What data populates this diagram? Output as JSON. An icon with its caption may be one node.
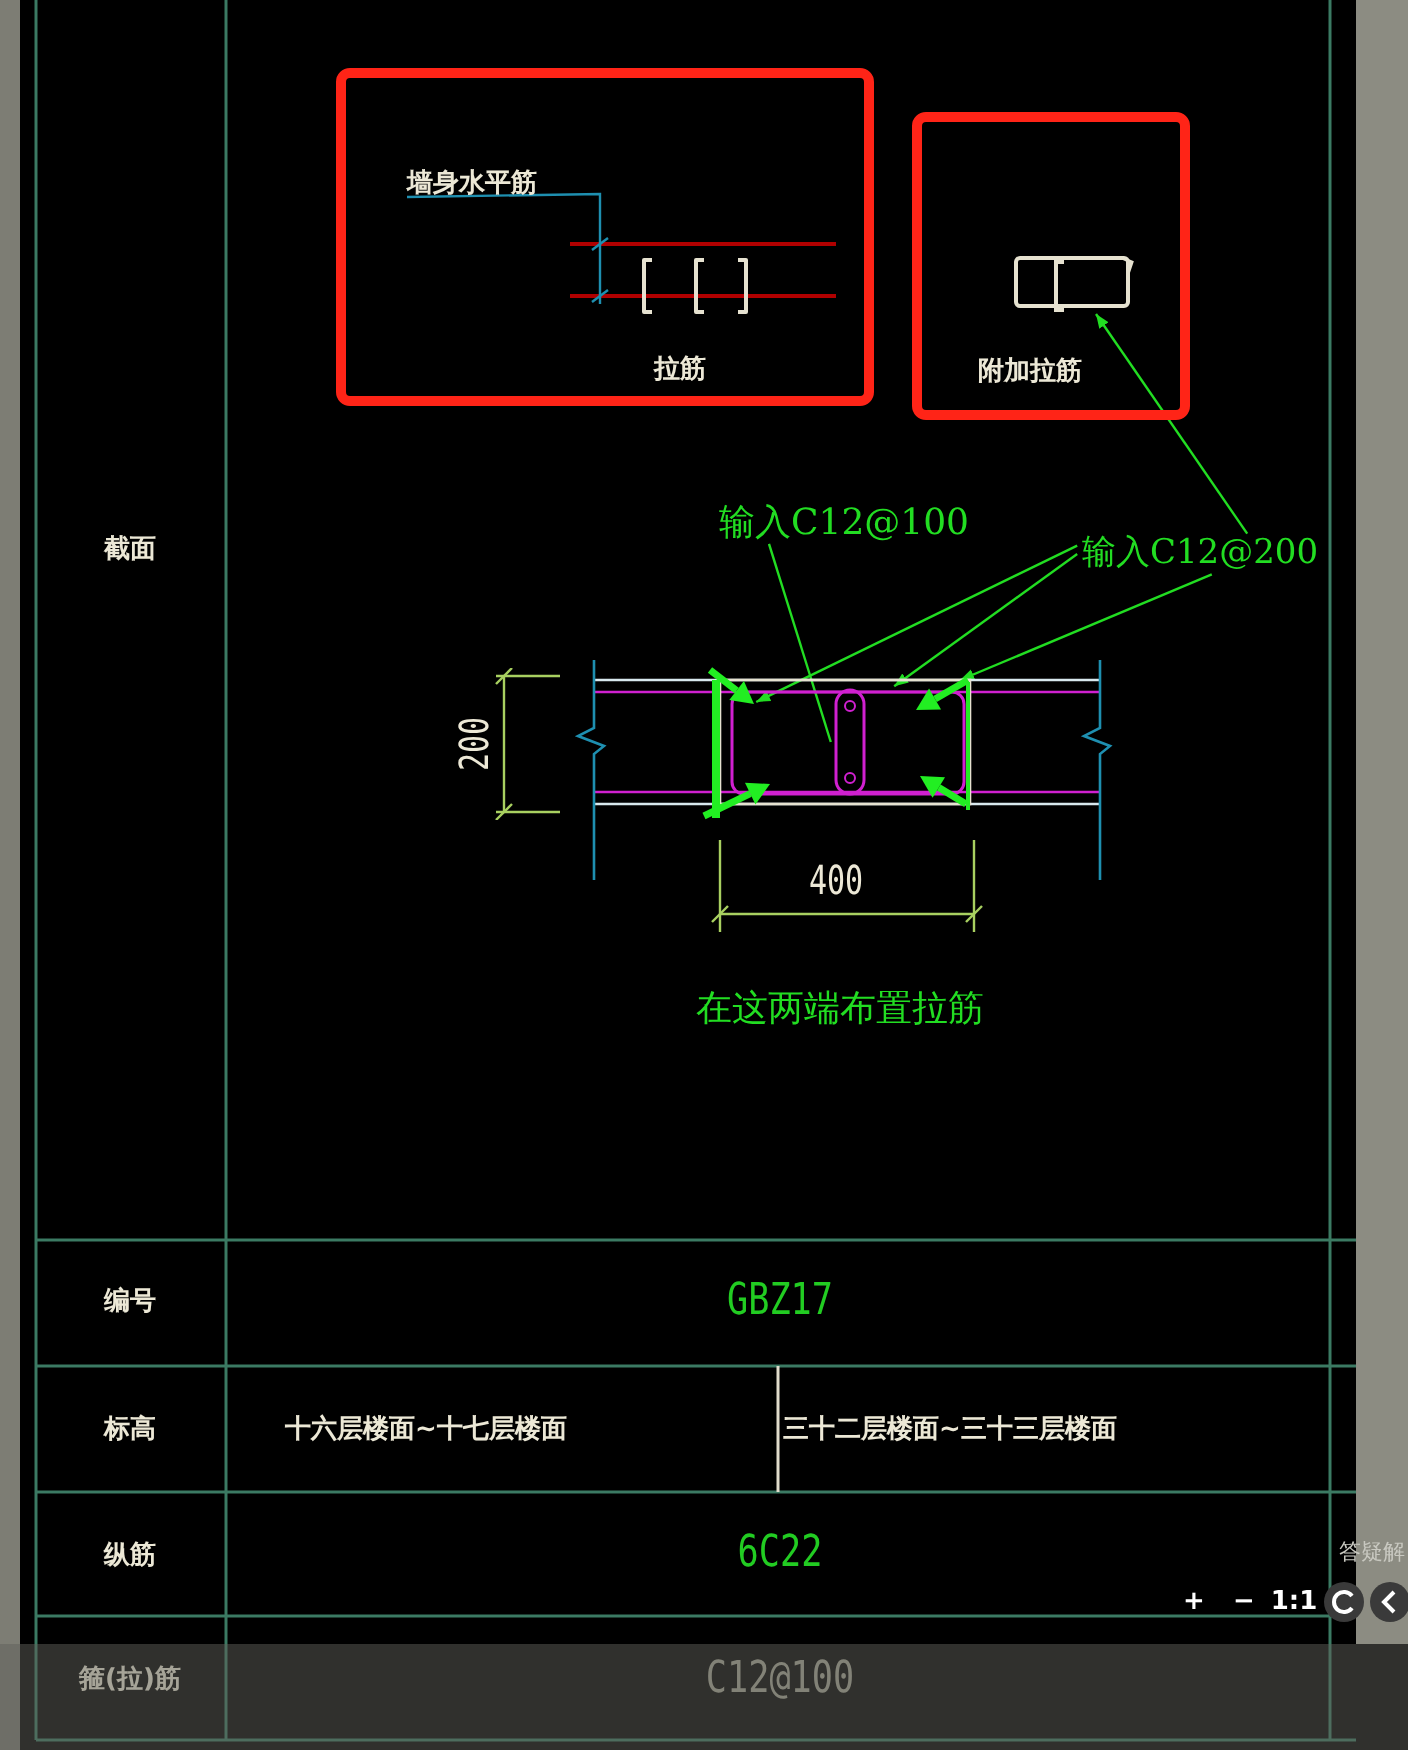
{
  "diagram": {
    "nodes": [
      {
        "text": [
          "拉筋"
        ]
      },
      {
        "text": [
          "墙身水平筋"
        ],
        "in": 0
      },
      {
        "text": [
          "附加拉筋"
        ]
      },
      {
        "text": [],
        "shape": "picture",
        "in": 2
      },
      {
        "text": [
          "输入C12@100"
        ]
      },
      {
        "text": [
          "输入C12@200"
        ]
      },
      {
        "text": [],
        "shape": "picture"
      },
      {
        "text": [],
        "shape": "picture",
        "in": 6
      }
    ],
    "edges": [
      {
        "from": 1,
        "to": null,
        "arrow": "none",
        "color": "#1e8fb0"
      },
      {
        "from": 5,
        "to": 3,
        "arrow": "to"
      },
      {
        "from": 4,
        "to": 7,
        "arrow": "none"
      },
      {
        "from": 5,
        "to": 6,
        "arrow": "to"
      },
      {
        "from": 5,
        "to": 6,
        "arrow": "to"
      },
      {
        "from": 5,
        "to": 6,
        "arrow": "to"
      }
    ],
    "labels": [
      "截面",
      "200",
      "400",
      "在这两端布置拉筋",
      "编号",
      "GBZ17",
      "标高",
      "十六层楼面~十七层楼面",
      "三十二层楼面~三十三层楼面",
      "纵筋",
      "6C22",
      "箍(拉)筋",
      "C12@100",
      "答疑解",
      "+",
      "−",
      "1:1"
    ]
  }
}
